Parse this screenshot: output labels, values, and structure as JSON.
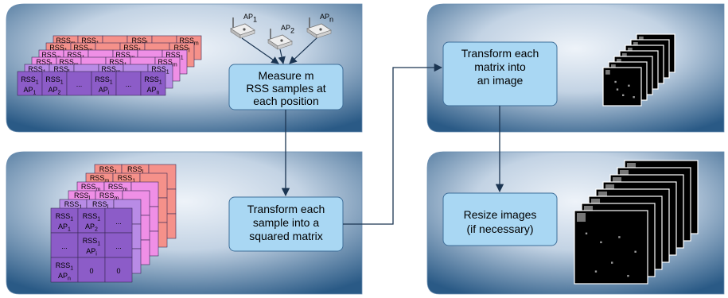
{
  "colors": {
    "panel_light": "#e6eef6",
    "panel_dark": "#1f4f79",
    "process_box": "#a9d7f3",
    "process_border": "#3f6f9a",
    "arrow": "#1b3552",
    "grid_purple": "#8c5cc8",
    "grid_violet": "#b88be6",
    "grid_pink": "#ef8fe6",
    "grid_salmon": "#f5918a"
  },
  "steps": {
    "measure": [
      "Measure m",
      "RSS samples at",
      "each position"
    ],
    "transform_sample": [
      "Transform each",
      "sample into a",
      "squared matrix"
    ],
    "transform_matrix": [
      "Transform each",
      "matrix into",
      "an image"
    ],
    "resize": [
      "Resize images",
      "(if necessary)"
    ]
  },
  "access_points": [
    {
      "label": "AP",
      "sub": "1"
    },
    {
      "label": "AP",
      "sub": "2"
    },
    {
      "label": "AP",
      "sub": "n"
    }
  ],
  "samples_table": {
    "back_labels": {
      "name": "RSS",
      "subs": [
        "m",
        "1",
        "l",
        "m",
        "1"
      ]
    },
    "front_row": [
      {
        "top": "RSS",
        "top_sub": "1",
        "bottom": "AP",
        "bottom_sub": "1"
      },
      {
        "top": "RSS",
        "top_sub": "1",
        "bottom": "AP",
        "bottom_sub": "2"
      },
      {
        "top": "",
        "top_sub": "",
        "bottom": "...",
        "bottom_sub": ""
      },
      {
        "top": "RSS",
        "top_sub": "1",
        "bottom": "AP",
        "bottom_sub": "i"
      },
      {
        "top": "",
        "top_sub": "",
        "bottom": "...",
        "bottom_sub": ""
      },
      {
        "top": "RSS",
        "top_sub": "1",
        "bottom": "AP",
        "bottom_sub": "n"
      }
    ]
  },
  "matrix_table": {
    "back_labels": {
      "name": "RSS",
      "subs": [
        "m",
        "1",
        "l",
        "m"
      ]
    },
    "front_cells": [
      [
        {
          "top": "RSS",
          "top_sub": "1",
          "bottom": "AP",
          "bottom_sub": "1"
        },
        {
          "top": "RSS",
          "top_sub": "1",
          "bottom": "AP",
          "bottom_sub": "2"
        },
        {
          "top": "",
          "top_sub": "",
          "bottom": "...",
          "bottom_sub": ""
        }
      ],
      [
        {
          "top": "",
          "top_sub": "",
          "bottom": "...",
          "bottom_sub": ""
        },
        {
          "top": "RSS",
          "top_sub": "1",
          "bottom": "AP",
          "bottom_sub": "i"
        },
        {
          "top": "",
          "top_sub": "",
          "bottom": "...",
          "bottom_sub": ""
        }
      ],
      [
        {
          "top": "RSS",
          "top_sub": "1",
          "bottom": "AP",
          "bottom_sub": "n"
        },
        {
          "top": "",
          "top_sub": "",
          "bottom": "0",
          "bottom_sub": ""
        },
        {
          "top": "",
          "top_sub": "",
          "bottom": "0",
          "bottom_sub": ""
        }
      ]
    ]
  },
  "icons": {
    "router": "wireless-router-icon",
    "image_stack": "image-stack-icon"
  }
}
